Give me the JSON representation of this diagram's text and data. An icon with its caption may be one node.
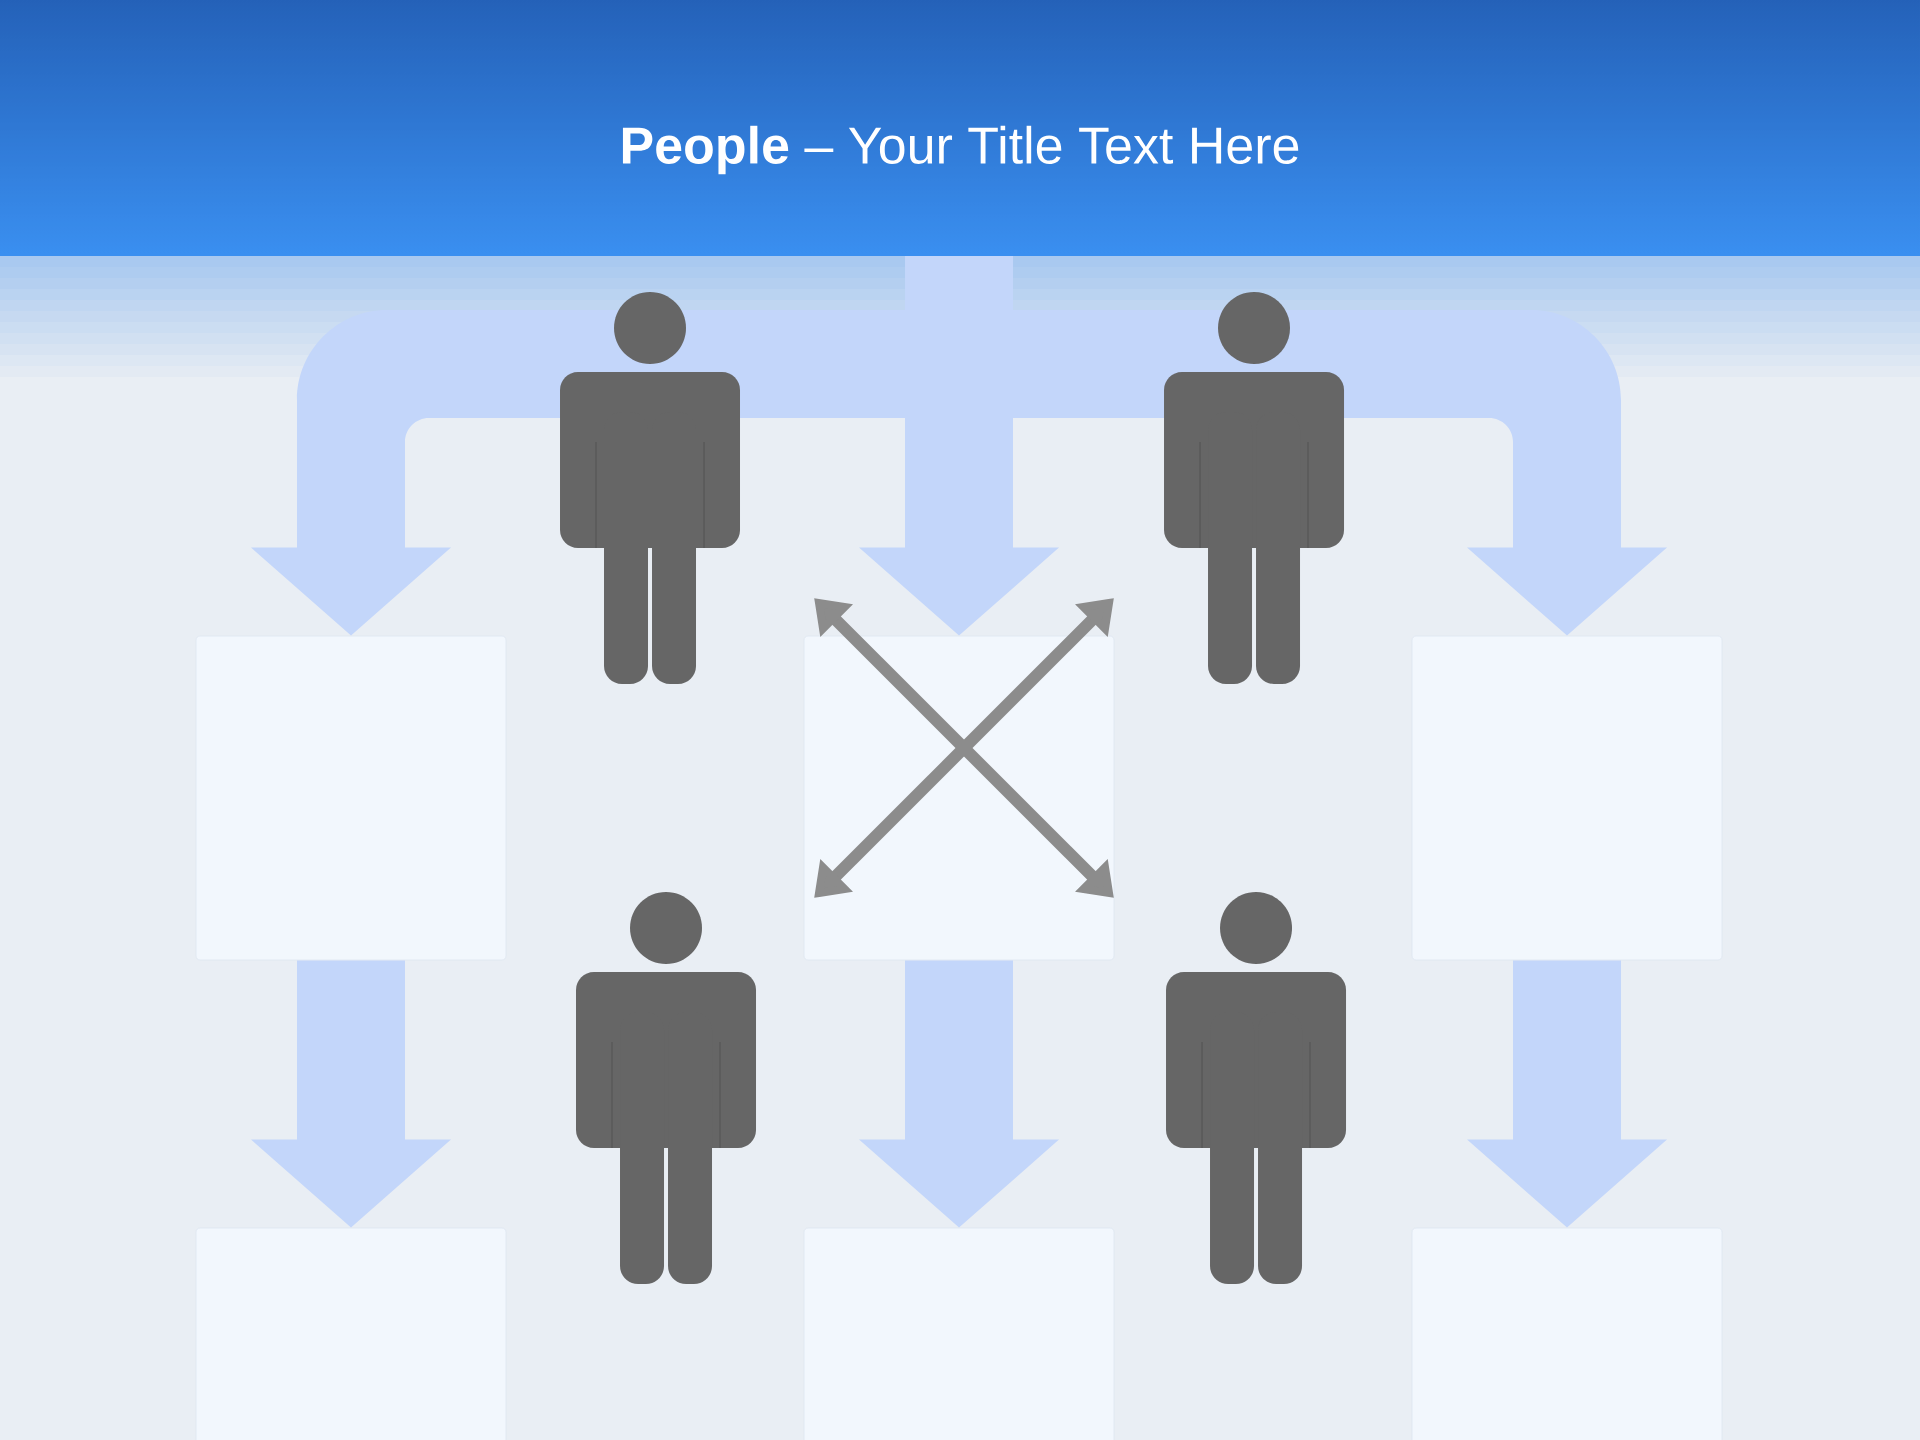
{
  "diagram": {
    "title": "**People** – Your Title Text Here",
    "nodes": [
      {
        "text": [],
        "shape": "person"
      },
      {
        "text": [],
        "shape": "person"
      },
      {
        "text": [],
        "shape": "box"
      },
      {
        "text": [],
        "shape": "box"
      },
      {
        "text": [],
        "shape": "box"
      },
      {
        "text": [],
        "shape": "person"
      },
      {
        "text": [],
        "shape": "person"
      },
      {
        "text": [],
        "shape": "box"
      },
      {
        "text": [],
        "shape": "box"
      },
      {
        "text": [],
        "shape": "box"
      }
    ],
    "edges": [
      {
        "from": null,
        "to": 2,
        "arrow": "to"
      },
      {
        "from": null,
        "to": 3,
        "arrow": "to"
      },
      {
        "from": null,
        "to": 4,
        "arrow": "to"
      },
      {
        "from": 2,
        "to": 7,
        "arrow": "to"
      },
      {
        "from": 3,
        "to": 8,
        "arrow": "to"
      },
      {
        "from": 4,
        "to": 9,
        "arrow": "to"
      }
    ]
  }
}
